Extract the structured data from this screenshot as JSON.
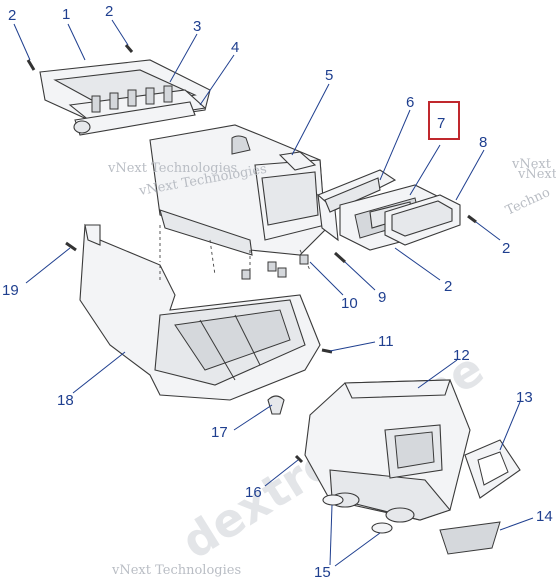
{
  "diagram": {
    "callouts": [
      {
        "id": "c1",
        "text": "1"
      },
      {
        "id": "c2a",
        "text": "2"
      },
      {
        "id": "c3",
        "text": "3"
      },
      {
        "id": "c4",
        "text": "4"
      },
      {
        "id": "c5",
        "text": "5"
      },
      {
        "id": "c6",
        "text": "6"
      },
      {
        "id": "c7",
        "text": "7",
        "highlighted": true
      },
      {
        "id": "c8",
        "text": "8"
      },
      {
        "id": "c2b",
        "text": "2"
      },
      {
        "id": "c2c",
        "text": "2"
      },
      {
        "id": "c2d",
        "text": "2"
      },
      {
        "id": "c9",
        "text": "9"
      },
      {
        "id": "c10",
        "text": "10"
      },
      {
        "id": "c11",
        "text": "11"
      },
      {
        "id": "c12",
        "text": "12"
      },
      {
        "id": "c13",
        "text": "13"
      },
      {
        "id": "c14",
        "text": "14"
      },
      {
        "id": "c15",
        "text": "15"
      },
      {
        "id": "c16",
        "text": "16"
      },
      {
        "id": "c17",
        "text": "17"
      },
      {
        "id": "c18",
        "text": "18"
      },
      {
        "id": "c19",
        "text": "19"
      }
    ],
    "watermarks": {
      "vnext_1": "vNext Technologies",
      "vnext_2": "vNext Technologies",
      "vnext_3": "vNext",
      "vnext_4": "vNext Technologies",
      "vnext_5": "Techno",
      "vnext_bottom": "vNext Technologies",
      "site": "dextremeline"
    },
    "colors": {
      "callout_text": "#1f3f8f",
      "highlight_box": "#c0282d",
      "line_art": "#3a3a3a"
    }
  }
}
